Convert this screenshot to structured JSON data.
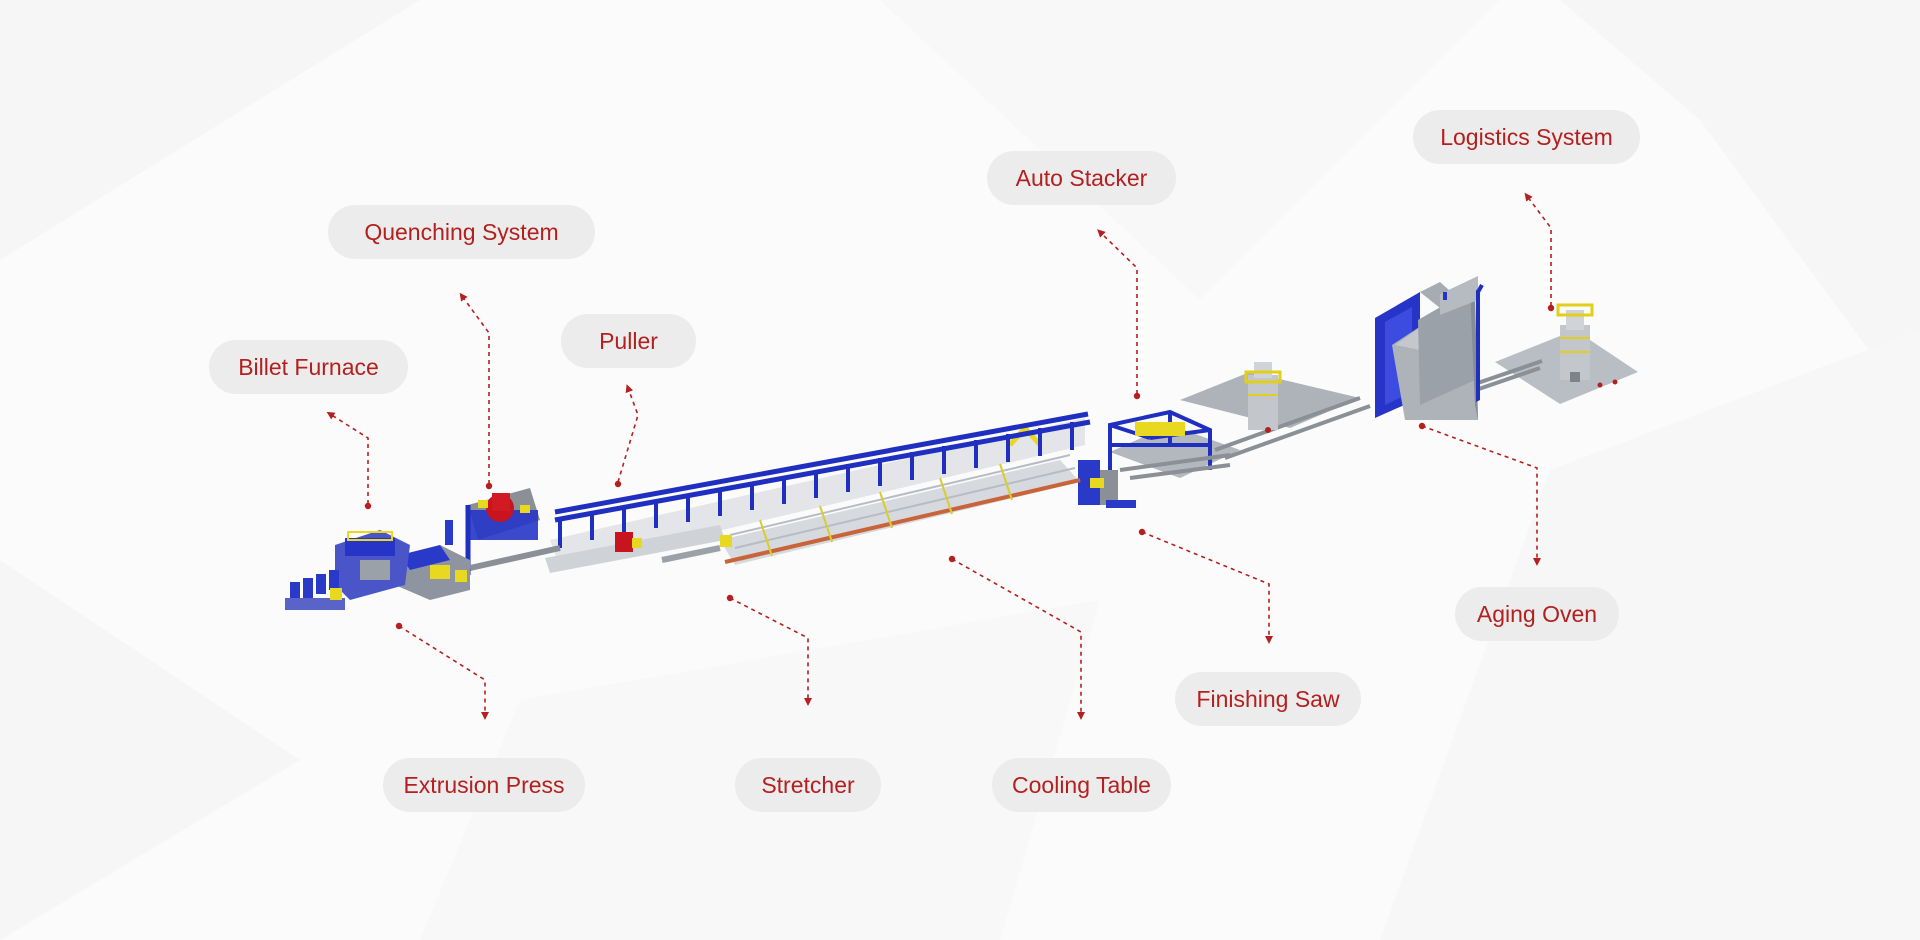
{
  "colors": {
    "accent": "#b3201f",
    "pill_bg": "#ececec",
    "machine_blue": "#1f2fc0",
    "machine_yellow": "#e8d820",
    "machine_grey": "#9aa1a8",
    "machine_red": "#c8141e"
  },
  "labels": {
    "billet_furnace": "Billet Furnace",
    "quenching_system": "Quenching System",
    "puller": "Puller",
    "auto_stacker": "Auto Stacker",
    "logistics_system": "Logistics System",
    "extrusion_press": "Extrusion Press",
    "stretcher": "Stretcher",
    "cooling_table": "Cooling Table",
    "finishing_saw": "Finishing Saw",
    "aging_oven": "Aging Oven"
  }
}
